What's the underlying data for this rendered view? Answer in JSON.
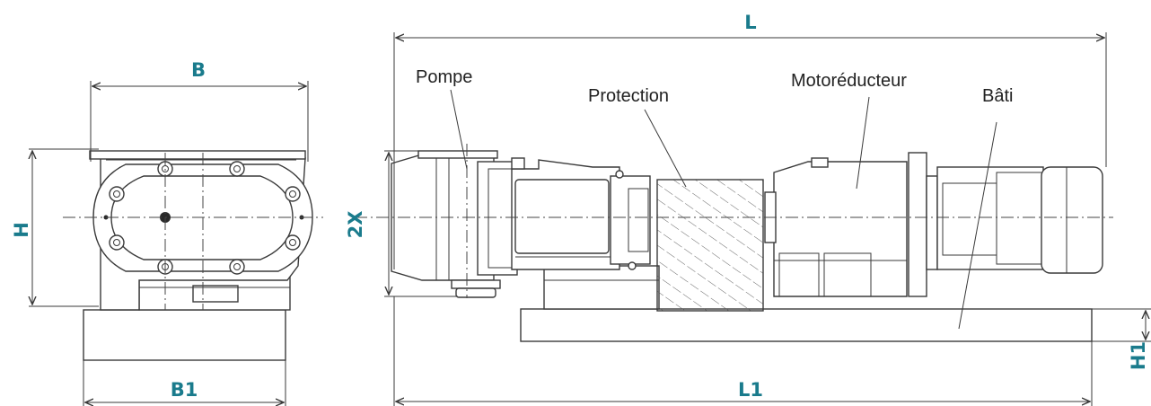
{
  "colors": {
    "dimension_label": "#1a7b8c",
    "line": "#3a3a3a",
    "background": "#ffffff"
  },
  "dimensions": {
    "L": "L",
    "L1": "L1",
    "B": "B",
    "B1": "B1",
    "H": "H",
    "H1": "H1",
    "2X": "2X"
  },
  "parts": {
    "pompe": "Pompe",
    "protection": "Protection",
    "motoreducteur": "Motoréducteur",
    "bati": "Bâti"
  }
}
